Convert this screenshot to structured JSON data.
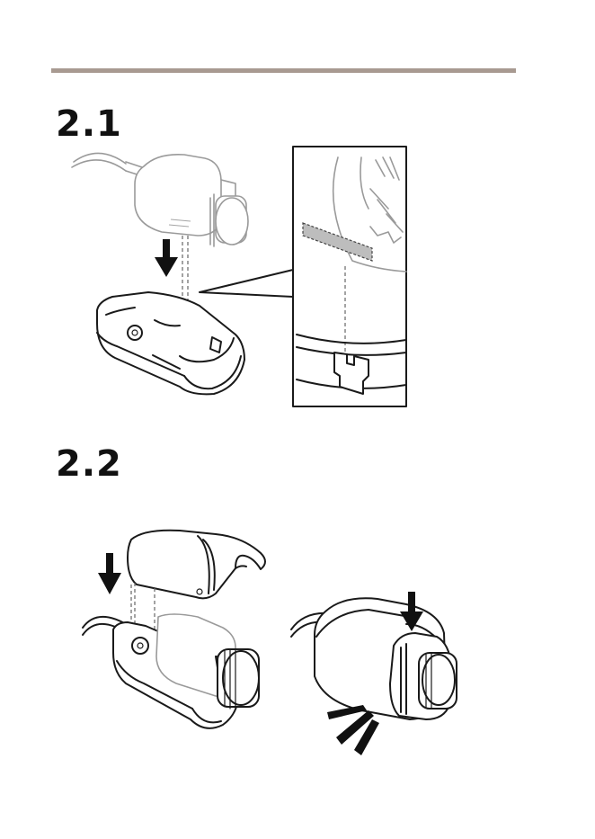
{
  "steps": [
    {
      "id": "2.1",
      "label": "2.1"
    },
    {
      "id": "2.2",
      "label": "2.2"
    }
  ],
  "colors": {
    "rule": "#a89a91",
    "ink": "#1a1a1a",
    "ghost": "#9a9a9a"
  },
  "icons": [
    "down-arrow-icon",
    "click-sound-lines-icon"
  ]
}
